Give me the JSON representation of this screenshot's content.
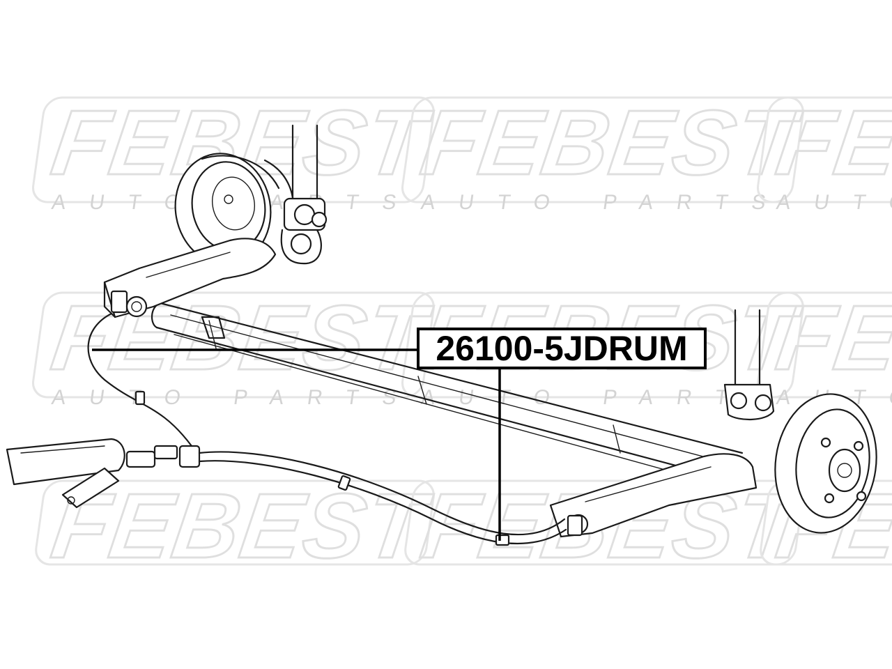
{
  "watermark": {
    "brand": "FEBEST",
    "tagline": "AUTO PARTS"
  },
  "callout": {
    "part_number": "26100-5JDRUM"
  },
  "colors": {
    "line": "#1a1a1a",
    "watermark": "#dcdcdc",
    "background": "#ffffff"
  }
}
